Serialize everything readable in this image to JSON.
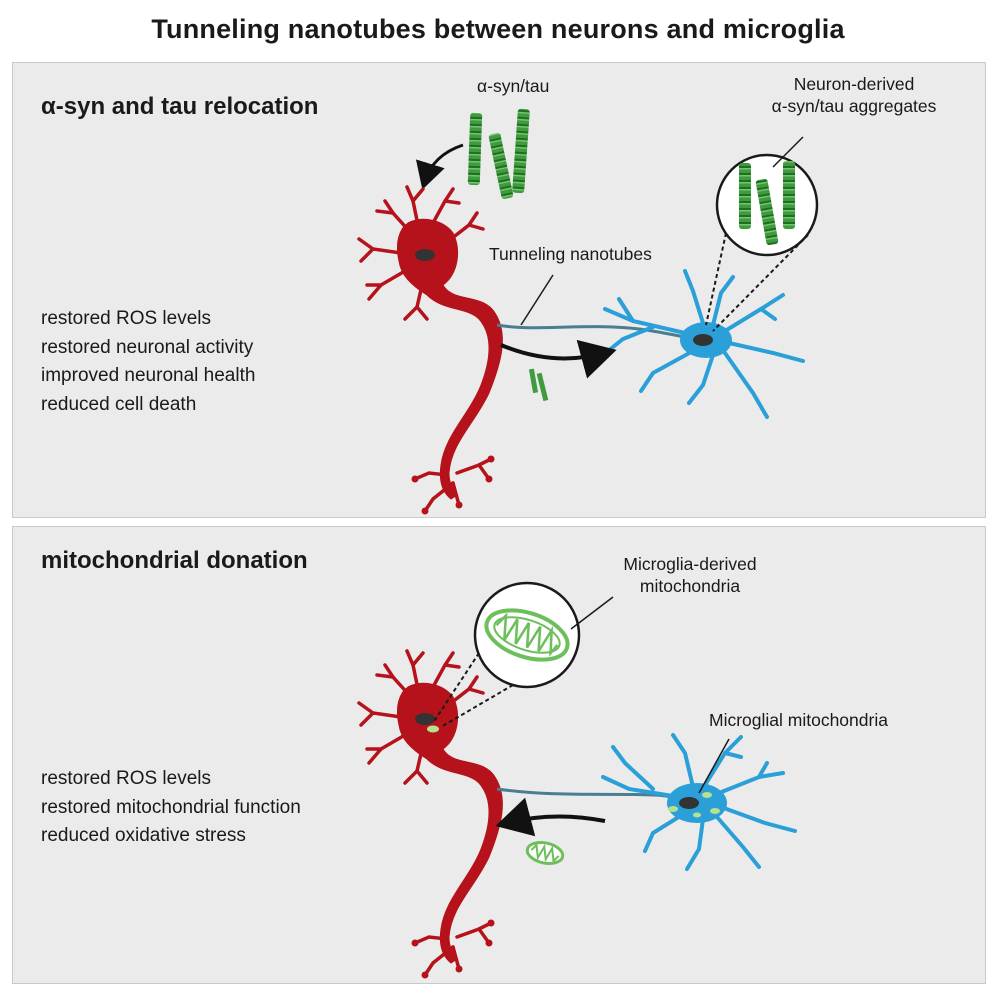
{
  "title": "Tunneling nanotubes between neurons and microglia",
  "panels": [
    {
      "heading": "α-syn and tau relocation",
      "labels": {
        "aggregate": "α-syn/tau",
        "derived_line1": "Neuron-derived",
        "derived_line2": "α-syn/tau aggregates",
        "nanotubes": "Tunneling nanotubes"
      },
      "effects": [
        "restored ROS levels",
        "restored neuronal activity",
        "improved neuronal health",
        "reduced cell death"
      ]
    },
    {
      "heading": "mitochondrial donation",
      "labels": {
        "derived_line1": "Microglia-derived",
        "derived_line2": "mitochondria",
        "microglial_mito": "Microglial mitochondria"
      },
      "effects": [
        "restored ROS levels",
        "restored mitochondrial function",
        "reduced oxidative stress"
      ]
    }
  ],
  "colors": {
    "neuron": "#b5121b",
    "microglia": "#2a9fd8",
    "fibril": "#3e9b3e",
    "mitochondria": "#7bc663",
    "nanotube": "#4a7d92",
    "panel_bg": "#ebebeb"
  },
  "icons": [
    "neuron-cell-icon",
    "microglia-cell-icon",
    "fibril-icon",
    "mitochondrion-icon",
    "arrow-icon",
    "magnifier-circle-icon"
  ]
}
